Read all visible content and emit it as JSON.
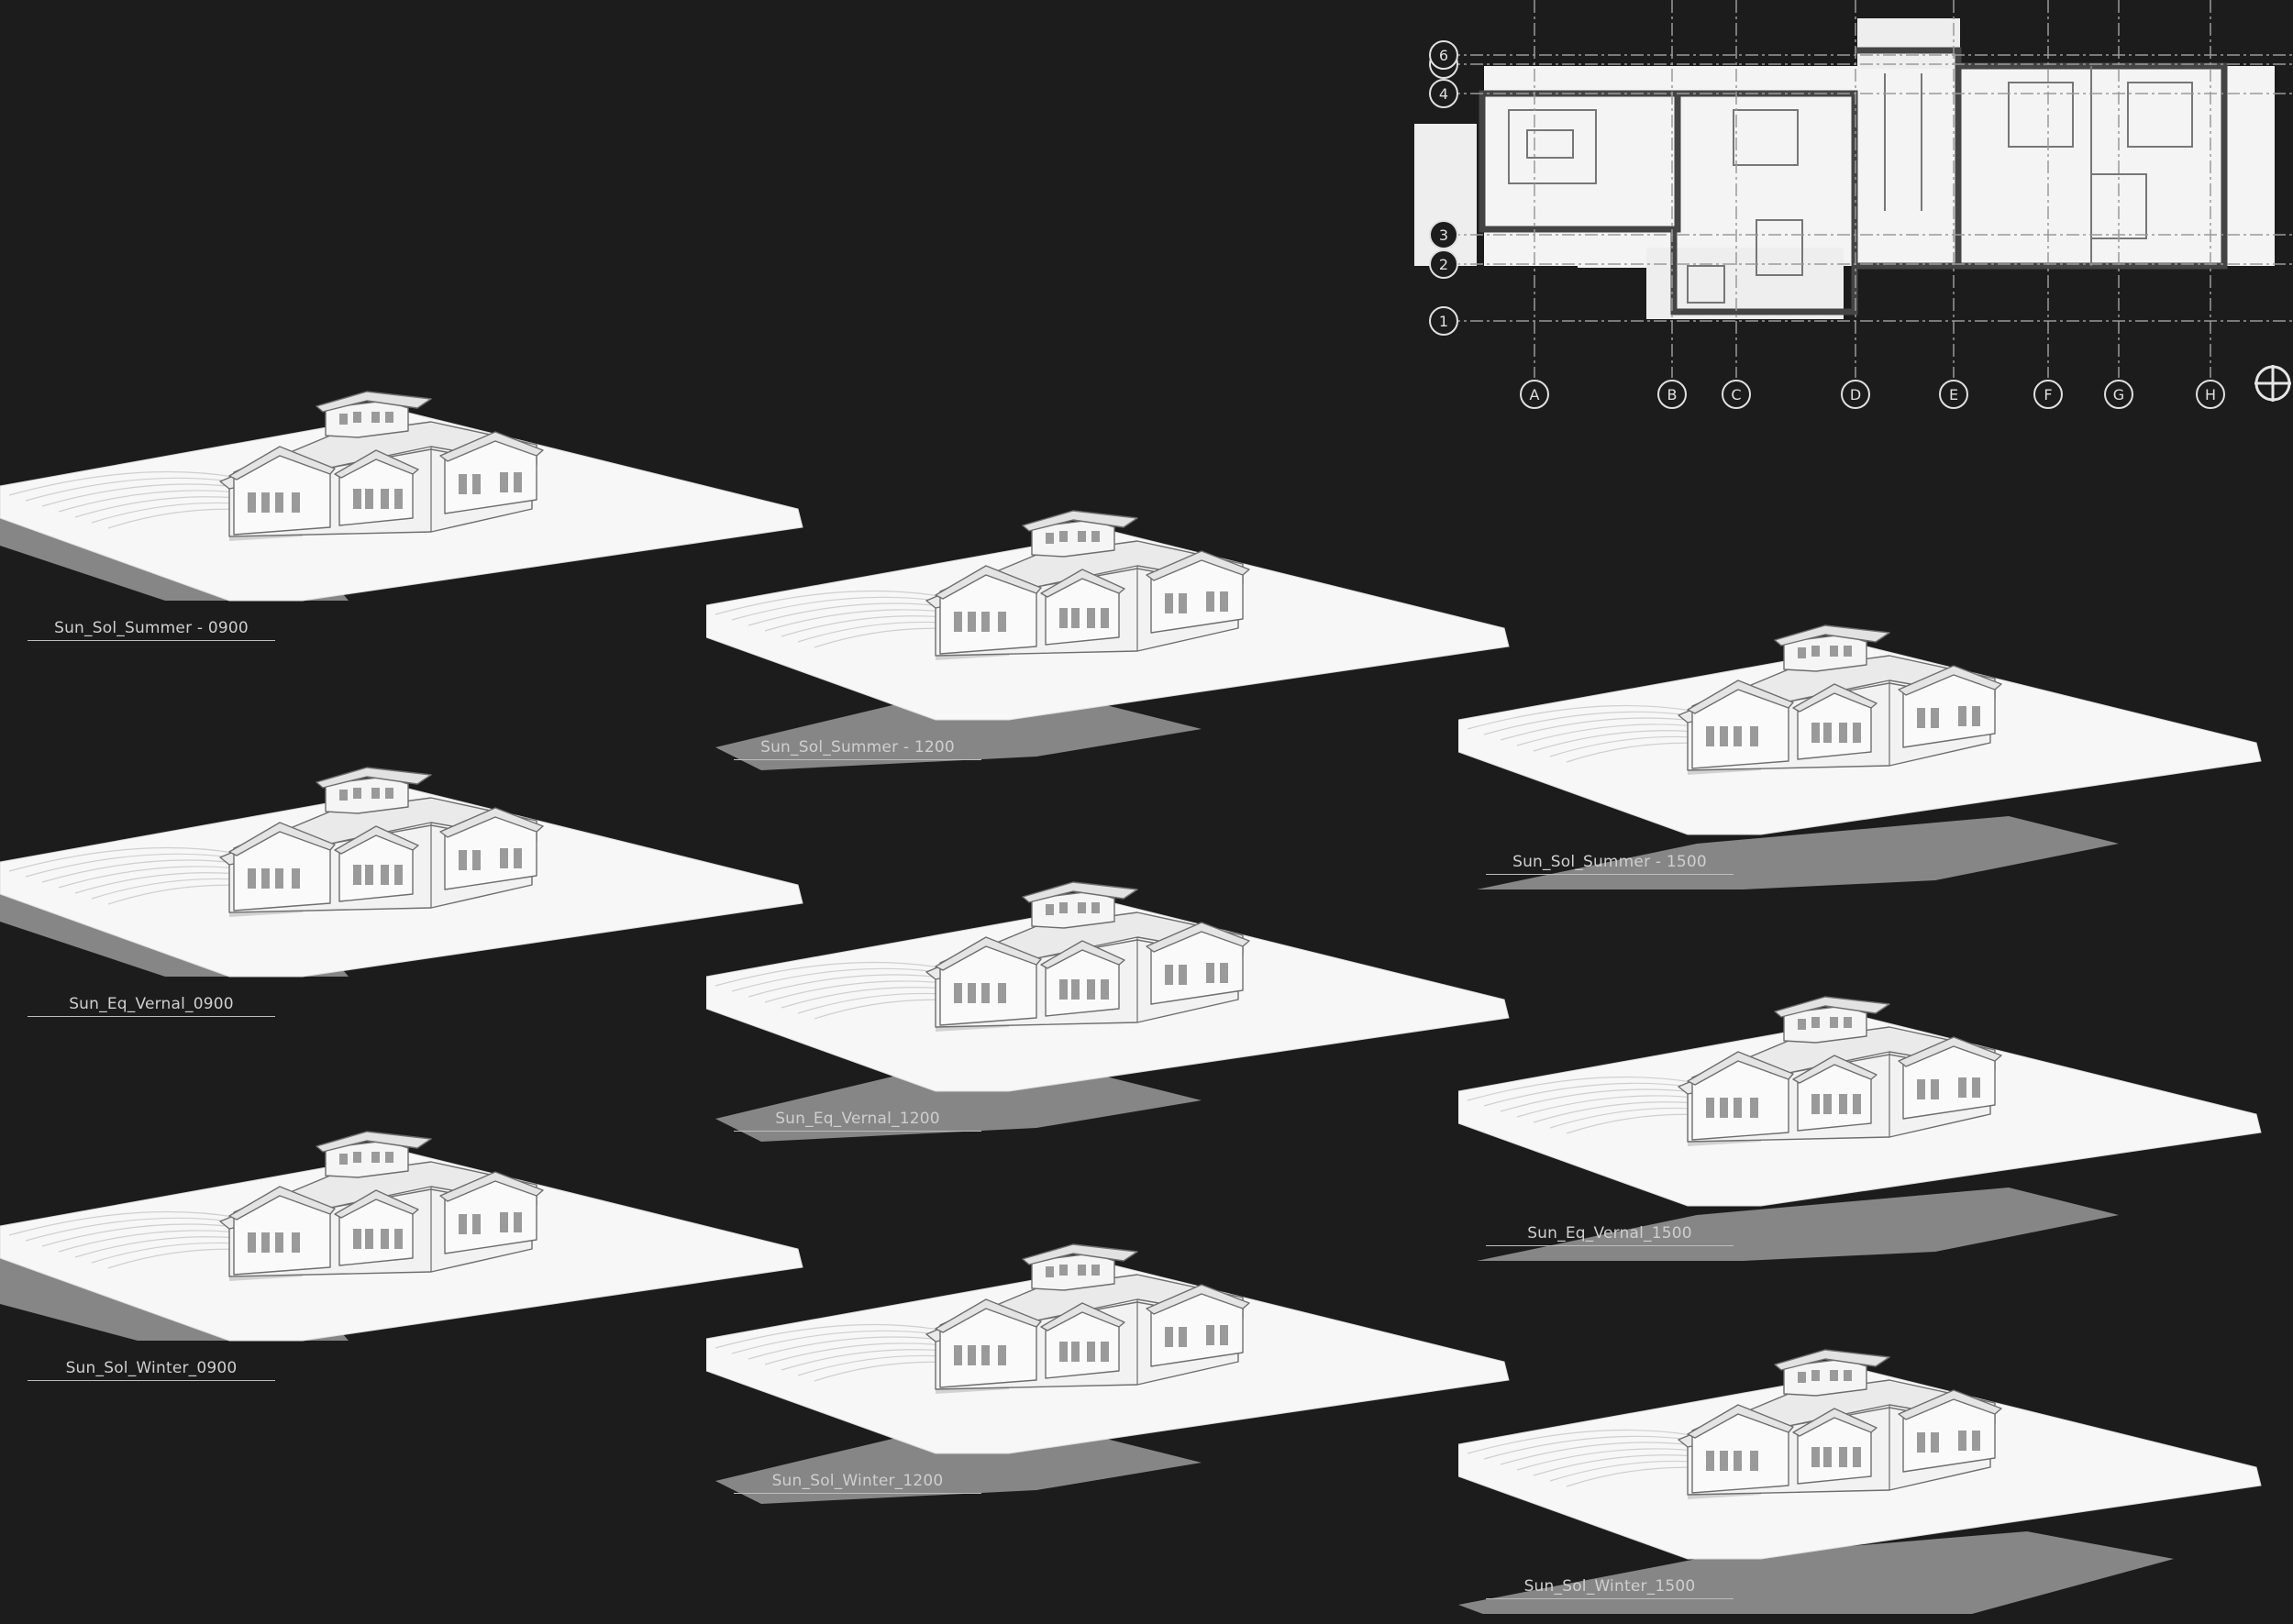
{
  "colors": {
    "background": "#1c1c1c",
    "site": "#f7f7f7",
    "shadow": "#a9a9a9",
    "line": "#6e6e6e",
    "caption": "#cfcfcf"
  },
  "floor_plan": {
    "grid_columns": [
      "A",
      "B",
      "C",
      "D",
      "E",
      "F",
      "G",
      "H"
    ],
    "grid_rows": [
      "1",
      "2",
      "3",
      "4",
      "5",
      "6"
    ]
  },
  "studies": [
    {
      "id": "summer-0900",
      "label": "Sun_Sol_Summer - 0900",
      "shadow": "left"
    },
    {
      "id": "summer-1200",
      "label": "Sun_Sol_Summer - 1200",
      "shadow": "short"
    },
    {
      "id": "summer-1500",
      "label": "Sun_Sol_Summer - 1500",
      "shadow": "right"
    },
    {
      "id": "equinox-0900",
      "label": "Sun_Eq_Vernal_0900",
      "shadow": "left"
    },
    {
      "id": "equinox-1200",
      "label": "Sun_Eq_Vernal_1200",
      "shadow": "short"
    },
    {
      "id": "equinox-1500",
      "label": "Sun_Eq_Vernal_1500",
      "shadow": "right"
    },
    {
      "id": "winter-0900",
      "label": "Sun_Sol_Winter_0900",
      "shadow": "long-left"
    },
    {
      "id": "winter-1200",
      "label": "Sun_Sol_Winter_1200",
      "shadow": "short"
    },
    {
      "id": "winter-1500",
      "label": "Sun_Sol_Winter_1500",
      "shadow": "long-right"
    }
  ]
}
